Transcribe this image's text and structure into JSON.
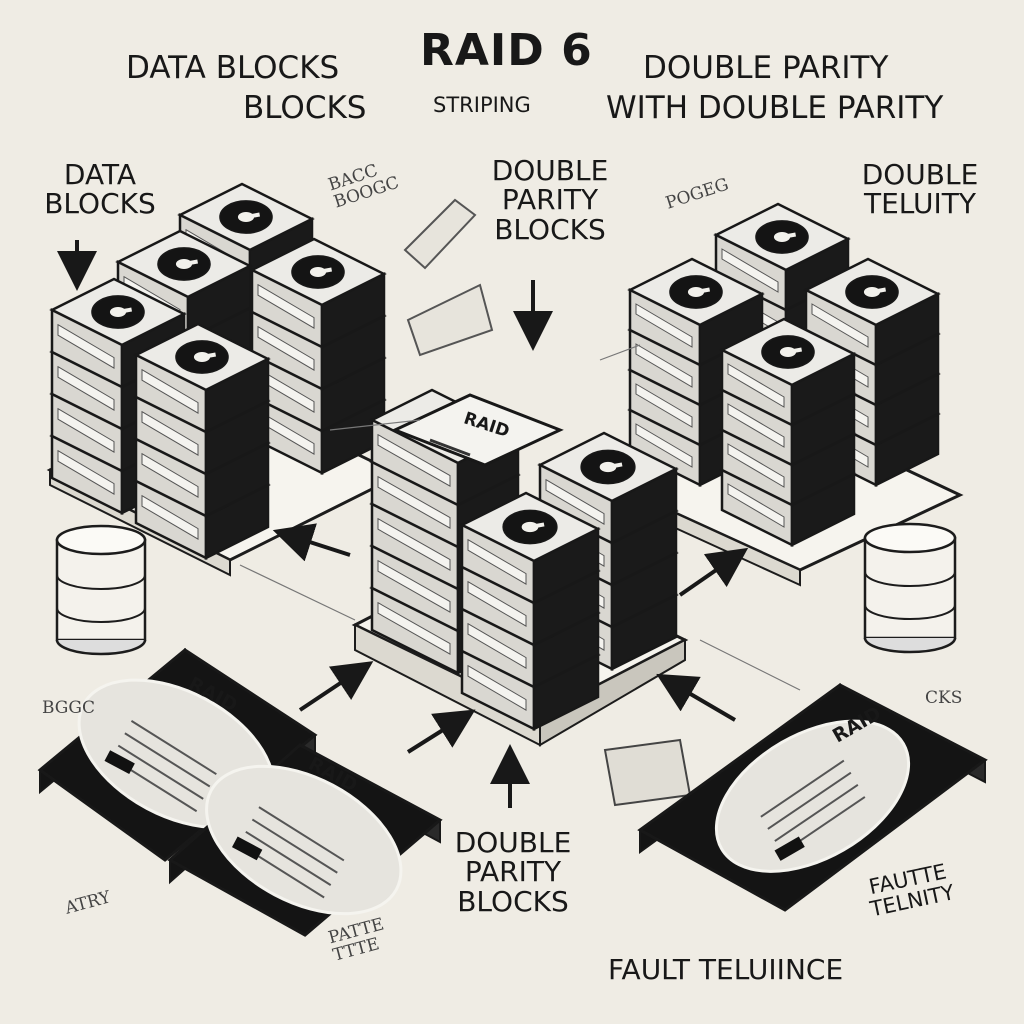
{
  "title": "RAID 6",
  "labels": {
    "top_left_line1": "DATA BLOCKS",
    "top_left_line2": "BLOCKS",
    "striping": "STRIPING",
    "top_right_line1": "DOUBLE PARITY",
    "top_right_line2": "WITH DOUBLE PARITY",
    "left_data_line1": "DATA",
    "left_data_line2": "BLOCKS",
    "center_parity_line1": "DOUBLE",
    "center_parity_line2": "PARITY",
    "center_parity_line3": "BLOCKS",
    "right_double_line1": "DOUBLE",
    "right_double_line2": "TELUITY",
    "bottom_parity_line1": "DOUBLE",
    "bottom_parity_line2": "PARITY",
    "bottom_parity_line3": "BLOCKS",
    "fault_right_line1": "FAUTTE",
    "fault_right_line2": "TELNITY",
    "fault_bottom": "FAULT TELUIINCE",
    "scribble_left": "BGGC",
    "scribble_mid": "BACC BOOGC",
    "scribble_right_top": "POGEG",
    "scribble_right": "CKS",
    "scribble_bottom_left": "PATTE TTTE",
    "scribble_bottom_far_left": "ATRY"
  },
  "drive_label": "RAID",
  "colors": {
    "background": "#efece4",
    "drive_face": "#e9e7e2",
    "drive_dark": "#151515",
    "ink": "#181818"
  }
}
